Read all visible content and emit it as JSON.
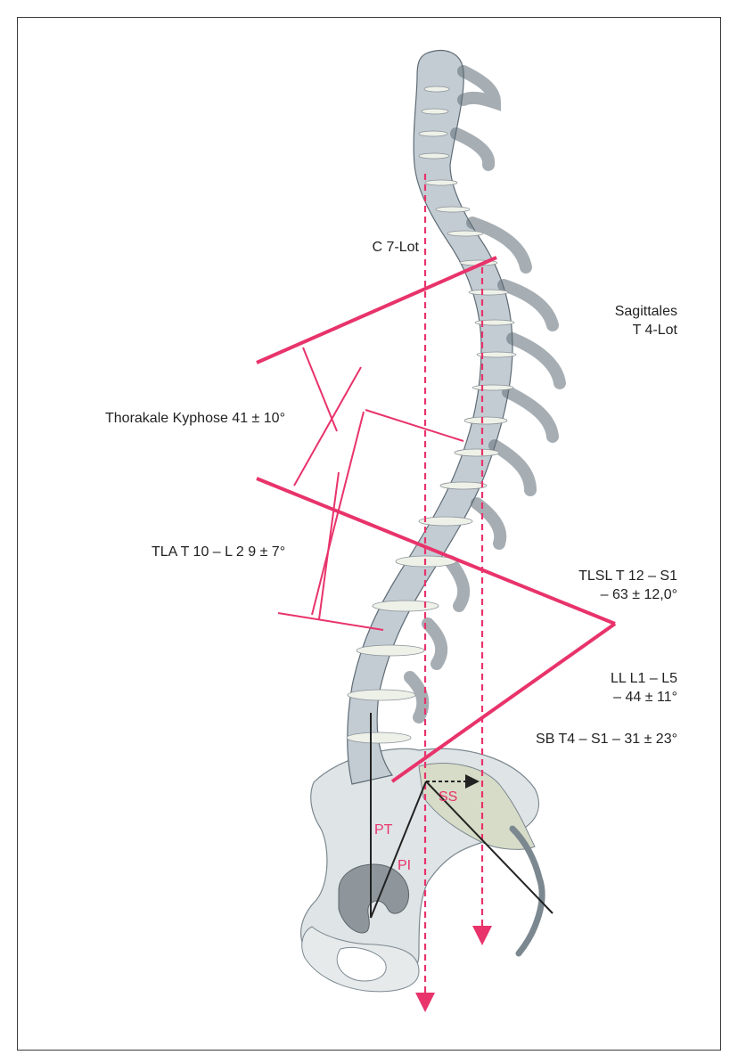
{
  "labels": {
    "c7_lot": "C 7-Lot",
    "sagittales_line1": "Sagittales",
    "sagittales_line2": "T 4-Lot",
    "thorakale_kyphose": "Thorakale Kyphose 41 ± 10°",
    "tla": "TLA T 10 – L 2 9 ± 7°",
    "tlsl_line1": "TLSL T 12 – S1",
    "tlsl_line2": "– 63 ± 12,0°",
    "ll_line1": "LL L1 – L5",
    "ll_line2": "– 44 ± 11°",
    "sb": "SB T4 – S1 – 31 ± 23°",
    "pt": "PT",
    "pi": "PI",
    "ss": "SS"
  },
  "colors": {
    "accent": "#e8336b",
    "bone": "#c3ccd3",
    "bone_outline": "#5e6b75",
    "disc": "#eef1e8",
    "text": "#222222"
  }
}
